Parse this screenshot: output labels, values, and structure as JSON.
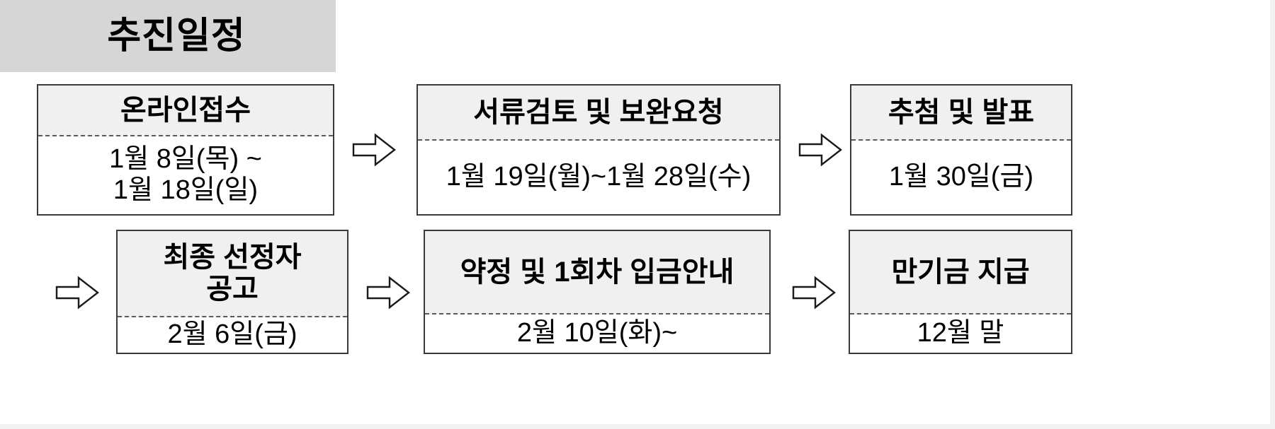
{
  "title": {
    "text": "추진일정"
  },
  "steps": [
    {
      "id": "online-application",
      "header": "온라인접수",
      "body": "1월 8일(목) ~\n1월 18일(일)"
    },
    {
      "id": "document-review",
      "header": "서류검토 및 보완요청",
      "body": "1월 19일(월)~1월 28일(수)"
    },
    {
      "id": "lottery-announcement",
      "header": "추첨 및 발표",
      "body": "1월 30일(금)"
    },
    {
      "id": "final-selection-notice",
      "header": "최종 선정자\n공고",
      "body": "2월 6일(금)"
    },
    {
      "id": "agreement-first-payment",
      "header": "약정 및 1회차 입금안내",
      "body": "2월 10일(화)~"
    },
    {
      "id": "maturity-payment",
      "header": "만기금 지급",
      "body": "12월 말"
    }
  ],
  "arrows": [
    {
      "id": "arrow-step1-to-step2",
      "glyph": "right-arrow"
    },
    {
      "id": "arrow-step2-to-step3",
      "glyph": "right-arrow"
    },
    {
      "id": "arrow-step3-to-step4",
      "glyph": "right-arrow"
    },
    {
      "id": "arrow-step4-to-step5",
      "glyph": "right-arrow"
    },
    {
      "id": "arrow-step5-to-step6",
      "glyph": "right-arrow"
    }
  ],
  "colors": {
    "title_band_bg": "#d6d6d6",
    "box_header_bg": "#f0f0f0",
    "box_body_bg": "#ffffff",
    "box_border": "#3a3a3a",
    "divider": "#5a5a5a",
    "text": "#000000",
    "page_bg": "#ffffff"
  }
}
